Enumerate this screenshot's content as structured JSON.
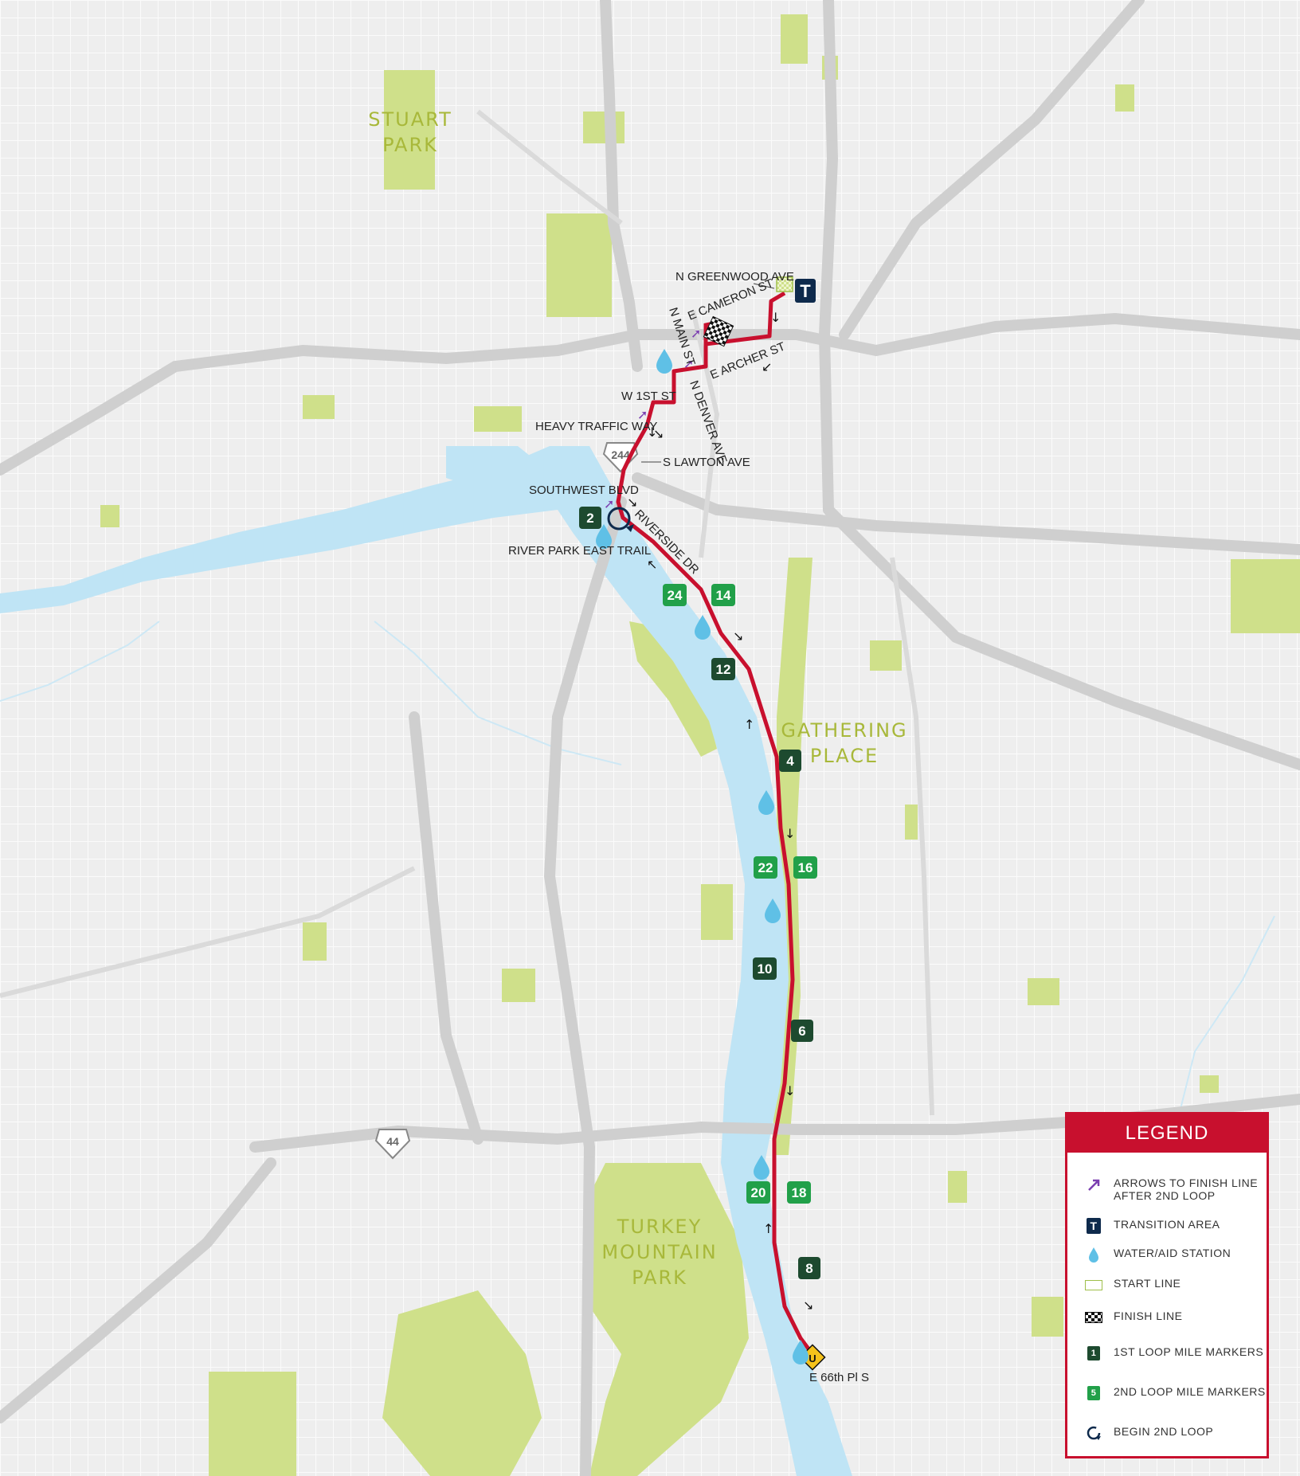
{
  "map": {
    "parks": [
      {
        "id": "stuart",
        "lines": [
          "STUART",
          "PARK"
        ]
      },
      {
        "id": "gathering",
        "lines": [
          "GATHERING",
          "PLACE"
        ]
      },
      {
        "id": "turkey",
        "lines": [
          "TURKEY",
          "MOUNTAIN",
          "PARK"
        ]
      }
    ],
    "streets": {
      "n_greenwood": "N GREENWOOD AVE",
      "e_cameron": "E CAMERON ST",
      "n_main": "N MAIN ST",
      "e_archer": "E ARCHER ST",
      "w_1st": "W 1ST ST",
      "n_denver": "N DENVER AVE",
      "heavy_traffic": "HEAVY TRAFFIC WAY",
      "s_lawton": "S LAWTON AVE",
      "southwest_blvd": "SOUTHWEST BLVD",
      "riverside_dr": "RIVERSIDE DR",
      "river_park_trail": "RIVER PARK EAST TRAIL",
      "e_66th": "E 66th Pl S"
    },
    "highway_shields": [
      "244",
      "44"
    ],
    "transition_icon": "T",
    "uturn_icon": "U",
    "mile_markers_loop1": [
      "2",
      "4",
      "6",
      "8",
      "10",
      "12"
    ],
    "mile_markers_loop2": [
      "14",
      "16",
      "18",
      "20",
      "22",
      "24"
    ]
  },
  "legend": {
    "title": "LEGEND",
    "items": [
      {
        "icon": "purple-arrow-icon",
        "line1": "ARROWS TO FINISH LINE",
        "line2": "AFTER 2ND LOOP"
      },
      {
        "icon": "transition-area-icon",
        "symbol": "T",
        "line1": "TRANSITION AREA"
      },
      {
        "icon": "water-drop-icon",
        "line1": "WATER/AID STATION"
      },
      {
        "icon": "start-line-icon",
        "line1": "START LINE"
      },
      {
        "icon": "checkered-flag-icon",
        "line1": "FINISH LINE"
      },
      {
        "icon": "loop1-marker-icon",
        "symbol": "1",
        "line1": "1ST LOOP MILE MARKERS"
      },
      {
        "icon": "loop2-marker-icon",
        "symbol": "5",
        "line1": "2ND LOOP MILE MARKERS"
      },
      {
        "icon": "loop-arrow-icon",
        "line1": "BEGIN 2ND LOOP"
      }
    ]
  },
  "colors": {
    "route": "#c8102e",
    "river": "#bfe4f5",
    "park": "#cfe08a",
    "loop1_marker": "#1d4a2f",
    "loop2_marker": "#21a049",
    "purple_arrow": "#7b3fb0",
    "water_icon": "#5fc0e6"
  }
}
